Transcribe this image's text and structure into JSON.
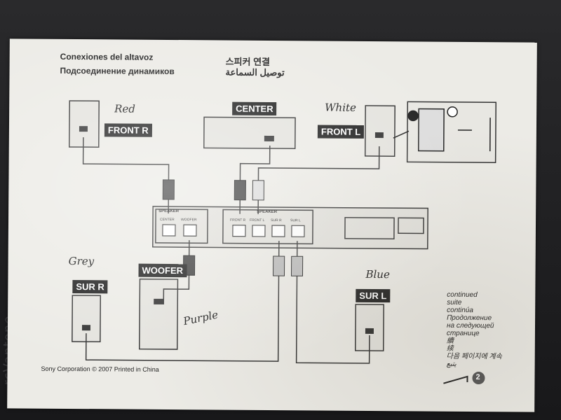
{
  "background": {
    "side_text": "rcVantone"
  },
  "headings": {
    "spanish": "Conexiones del altavoz",
    "russian": "Подсоединение динамиков",
    "korean": "스피커 연결",
    "arabic": "توصيل السماعة"
  },
  "speakers": {
    "front_r": "FRONT R",
    "center": "CENTER",
    "front_l": "FRONT L",
    "woofer": "WOOFER",
    "sur_r": "SUR R",
    "sur_l": "SUR L"
  },
  "unit": {
    "speaker_left_header": "SPEAKER",
    "speaker_right_header": "SPEAKER",
    "terminals": [
      "CENTER",
      "WOOFER",
      "FRONT R",
      "FRONT L",
      "SUR R",
      "SUR L"
    ]
  },
  "handwriting": {
    "red": "Red",
    "white": "White",
    "grey": "Grey",
    "purple": "Purple",
    "blue": "Blue"
  },
  "continued": [
    "continued",
    "suite",
    "continúa",
    "Продолжение",
    "на следующей",
    "странице",
    "續",
    "续",
    "다음 페이지에 계속",
    "يتبع"
  ],
  "footer": {
    "copyright": "Sony Corporation © 2007  Printed in China"
  },
  "page_number": "2",
  "colors": {
    "paper": "#ecebe6",
    "ink": "#222222",
    "label_bg": "#222222"
  }
}
